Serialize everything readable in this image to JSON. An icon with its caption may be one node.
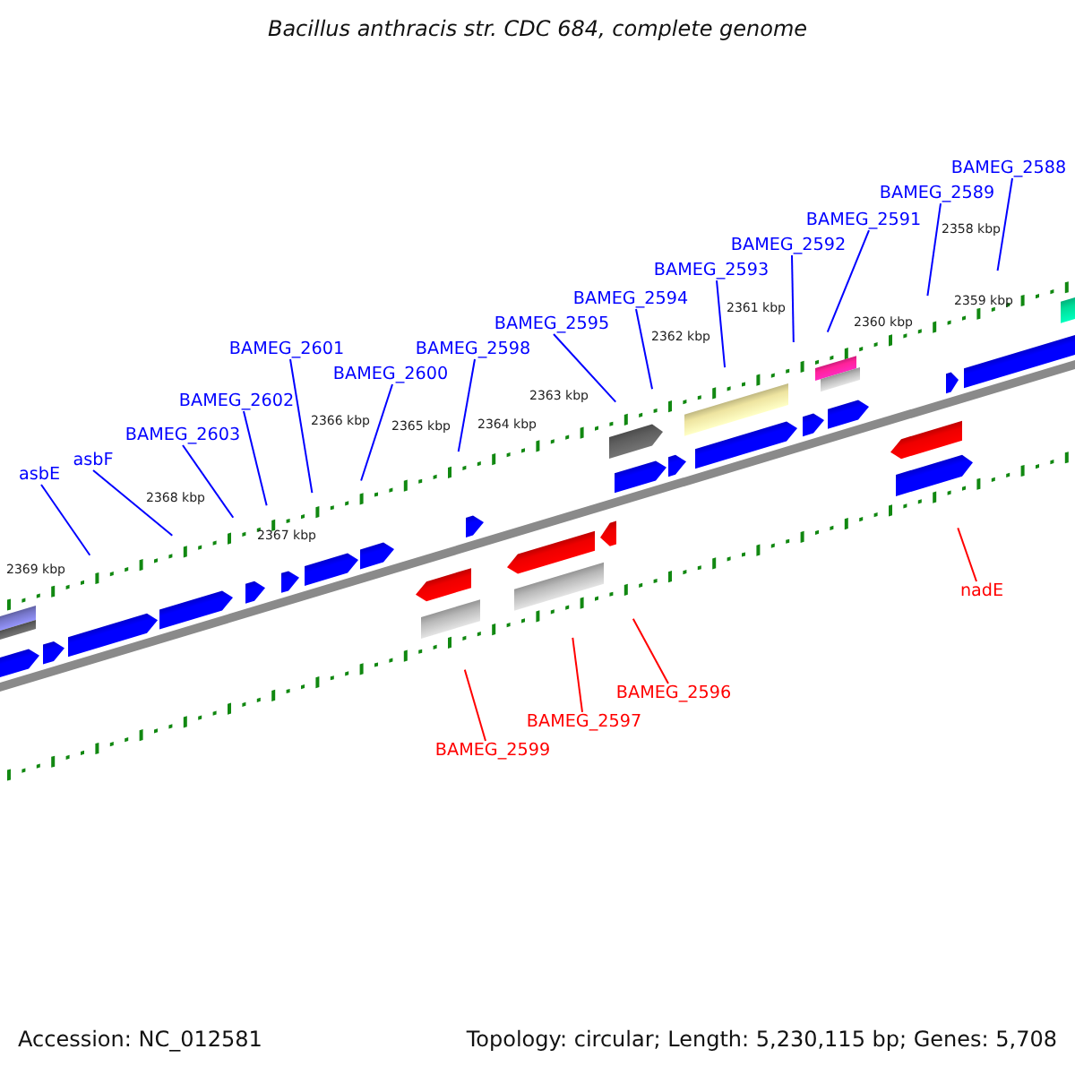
{
  "diagram": {
    "title": "Bacillus anthracis str. CDC 684, complete genome",
    "nodes": [
      {
        "text": [
          "asbE"
        ]
      },
      {
        "text": [
          "asbF"
        ]
      },
      {
        "text": [
          "BAMEG_2603"
        ]
      },
      {
        "text": [
          "BAMEG_2602"
        ]
      },
      {
        "text": [
          "BAMEG_2601"
        ]
      },
      {
        "text": [
          "BAMEG_2600"
        ]
      },
      {
        "text": [
          "BAMEG_2598"
        ]
      },
      {
        "text": [
          "BAMEG_2595"
        ]
      },
      {
        "text": [
          "BAMEG_2594"
        ]
      },
      {
        "text": [
          "BAMEG_2593"
        ]
      },
      {
        "text": [
          "BAMEG_2592"
        ]
      },
      {
        "text": [
          "BAMEG_2591"
        ]
      },
      {
        "text": [
          "BAMEG_2589"
        ]
      },
      {
        "text": [
          "BAMEG_2588"
        ]
      },
      {
        "text": [
          "BAMEG_2599"
        ]
      },
      {
        "text": [
          "BAMEG_2597"
        ]
      },
      {
        "text": [
          "BAMEG_2596"
        ]
      },
      {
        "text": [
          "nadE"
        ]
      }
    ],
    "edges": [
      {
        "from": 0,
        "to": null,
        "arrow": "none"
      },
      {
        "from": 1,
        "to": null,
        "arrow": "none"
      },
      {
        "from": 2,
        "to": null,
        "arrow": "none"
      },
      {
        "from": 3,
        "to": null,
        "arrow": "none"
      },
      {
        "from": 4,
        "to": null,
        "arrow": "none"
      },
      {
        "from": 5,
        "to": null,
        "arrow": "none"
      },
      {
        "from": 6,
        "to": null,
        "arrow": "none"
      },
      {
        "from": 7,
        "to": null,
        "arrow": "none"
      },
      {
        "from": 8,
        "to": null,
        "arrow": "none"
      },
      {
        "from": 9,
        "to": null,
        "arrow": "none"
      },
      {
        "from": 10,
        "to": null,
        "arrow": "none"
      },
      {
        "from": 11,
        "to": null,
        "arrow": "none"
      },
      {
        "from": 12,
        "to": null,
        "arrow": "none"
      },
      {
        "from": 13,
        "to": null,
        "arrow": "none"
      },
      {
        "from": 14,
        "to": null,
        "arrow": "none",
        "color": "#ff0000"
      },
      {
        "from": 15,
        "to": null,
        "arrow": "none",
        "color": "#ff0000"
      },
      {
        "from": 16,
        "to": null,
        "arrow": "none",
        "color": "#ff0000"
      },
      {
        "from": 17,
        "to": null,
        "arrow": "none",
        "color": "#ff0000"
      }
    ],
    "labels": [
      "2369 kbp",
      "2368 kbp",
      "2367 kbp",
      "2366 kbp",
      "2365 kbp",
      "2364 kbp",
      "2363 kbp",
      "2362 kbp",
      "2361 kbp",
      "2360 kbp",
      "2359 kbp",
      "2358 kbp",
      "Accession: NC_012581",
      "Topology: circular; Length: 5,230,115 bp; Genes: 5,708"
    ]
  }
}
